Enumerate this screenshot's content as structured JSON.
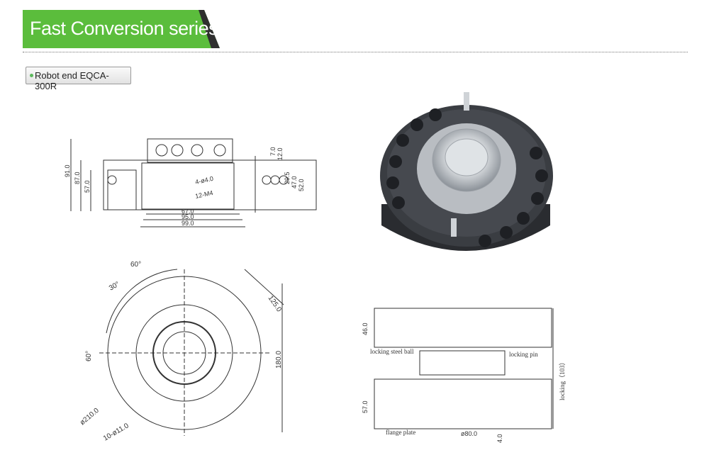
{
  "header": {
    "title": "Fast Conversion series",
    "brand_color": "#5bbd3c"
  },
  "product": {
    "label": "Robot end EQCA-300R"
  },
  "drawing_side": {
    "dims": [
      "91.0",
      "87.0",
      "57.0",
      "7.0",
      "12.0",
      "29.5",
      "47.0",
      "52.0",
      "67.0",
      "95.0",
      "99.0",
      "4-ø4.0",
      "12-M4"
    ]
  },
  "drawing_top": {
    "dims": [
      "60°",
      "30°",
      "60°",
      "125.0",
      "180.0",
      "ø210.0",
      "10-ø11.0"
    ]
  },
  "drawing_assembly": {
    "dims": [
      "46.0",
      "57.0",
      "ø80.0",
      "4.0",
      "locking（103）"
    ],
    "labels": [
      "locking steel ball",
      "locking pin",
      "flange plate"
    ]
  },
  "photo": {
    "icon": "tool-changer-photo"
  }
}
